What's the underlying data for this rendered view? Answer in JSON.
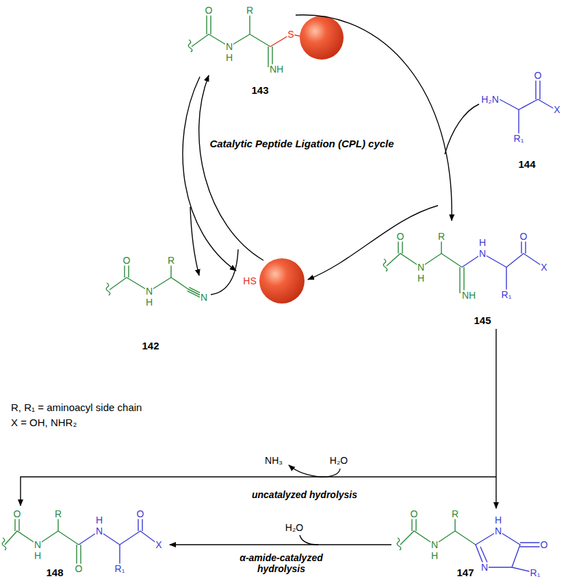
{
  "diagram": {
    "labels": [
      "O",
      "R",
      "N",
      "H",
      "NH",
      "S",
      "143",
      "H₂N",
      "O",
      "X",
      "R₁",
      "144",
      "O",
      "R",
      "N",
      "H",
      "NH",
      "H",
      "N",
      "O",
      "X",
      "R₁",
      "145",
      "O",
      "R",
      "N",
      "H",
      "N",
      "142",
      "HS",
      "Catalytic Peptide Ligation (CPL) cycle",
      "R, R₁ = aminoacyl side chain",
      "X = OH, NHR₂",
      "NH₃",
      "H₂O",
      "uncatalyzed hydrolysis",
      "O",
      "R",
      "N",
      "H",
      "O",
      "H",
      "N",
      "R₁",
      "O",
      "X",
      "148",
      "α-amide-catalyzed hydrolysis",
      "H₂O",
      "O",
      "R",
      "N",
      "H",
      "H",
      "N",
      "O",
      "N",
      "R₁",
      "147"
    ]
  }
}
